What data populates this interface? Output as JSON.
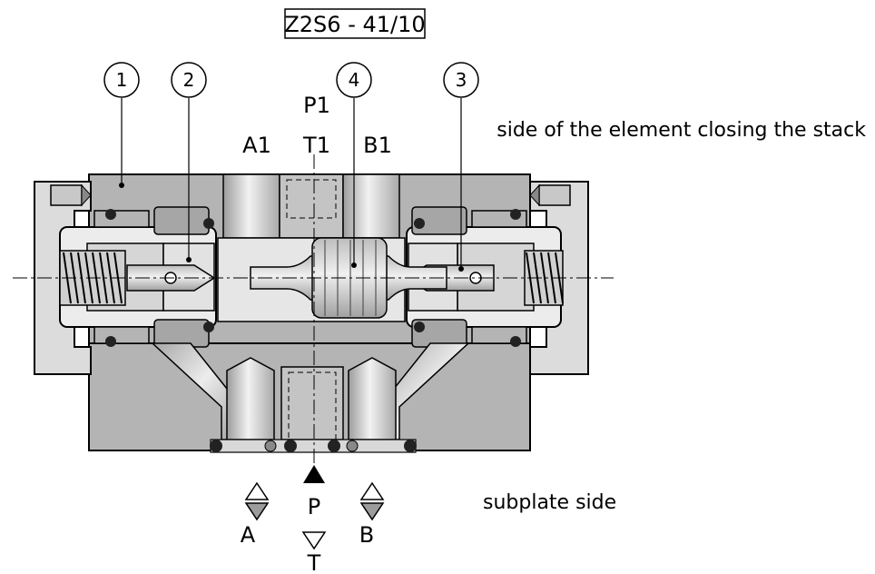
{
  "title": "Z2S6 - 41/10",
  "callouts": [
    "1",
    "2",
    "4",
    "3"
  ],
  "ports_top": {
    "a": "A1",
    "p": "P1",
    "t": "T1",
    "b": "B1"
  },
  "ports_bottom": {
    "a": "A",
    "p": "P",
    "t": "T",
    "b": "B"
  },
  "annotations": {
    "top_side": "side of the element closing the stack",
    "bottom_side": "subplate side"
  },
  "colors": {
    "body": "#b4b4b4",
    "body_dark": "#9a9a9a",
    "cap": "#dcdcdc",
    "channel": "#e8e8e8",
    "outline": "#000000"
  }
}
